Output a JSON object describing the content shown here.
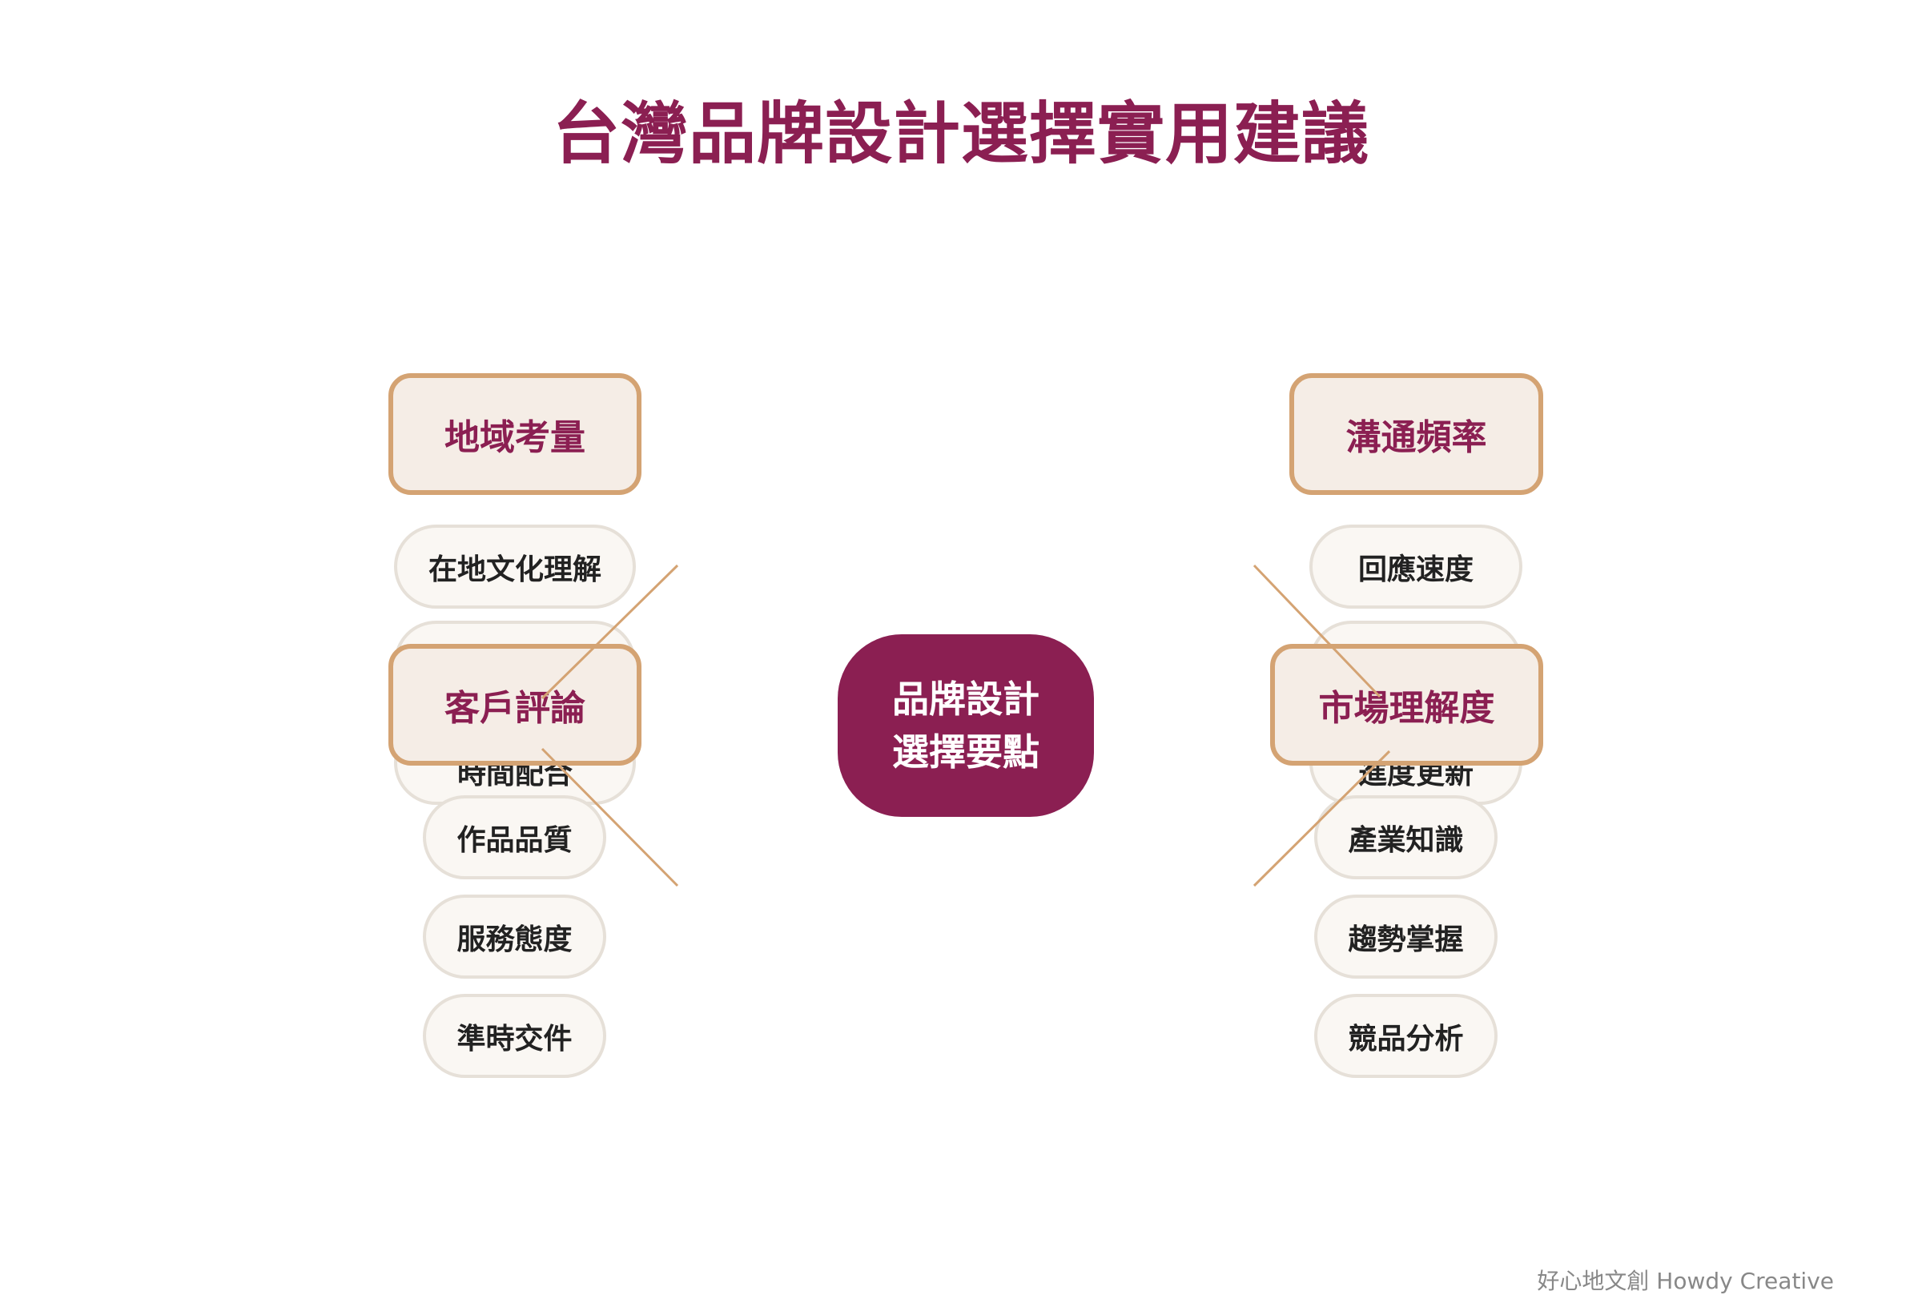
{
  "title": "台灣品牌設計選擇實用建議",
  "center": {
    "line1": "品牌設計",
    "line2": "選擇要點"
  },
  "left": {
    "top_category": "地域考量",
    "top_items": [
      "在地文化理解",
      "",
      "時間配合"
    ],
    "bottom_category": "客戶評論",
    "bottom_items": [
      "作品品質",
      "服務態度",
      "準時交件"
    ]
  },
  "right": {
    "top_category": "溝通頻率",
    "top_items": [
      "回應速度",
      "",
      "進度更新"
    ],
    "bottom_category": "市場理解度",
    "bottom_items": [
      "產業知識",
      "趨勢掌握",
      "競品分析"
    ]
  },
  "footer": "好心地文創 Howdy Creative",
  "colors": {
    "accent": "#8b1f52",
    "border": "#d4a373",
    "box_fill": "#f5ede6",
    "pill_fill": "#faf7f3"
  }
}
